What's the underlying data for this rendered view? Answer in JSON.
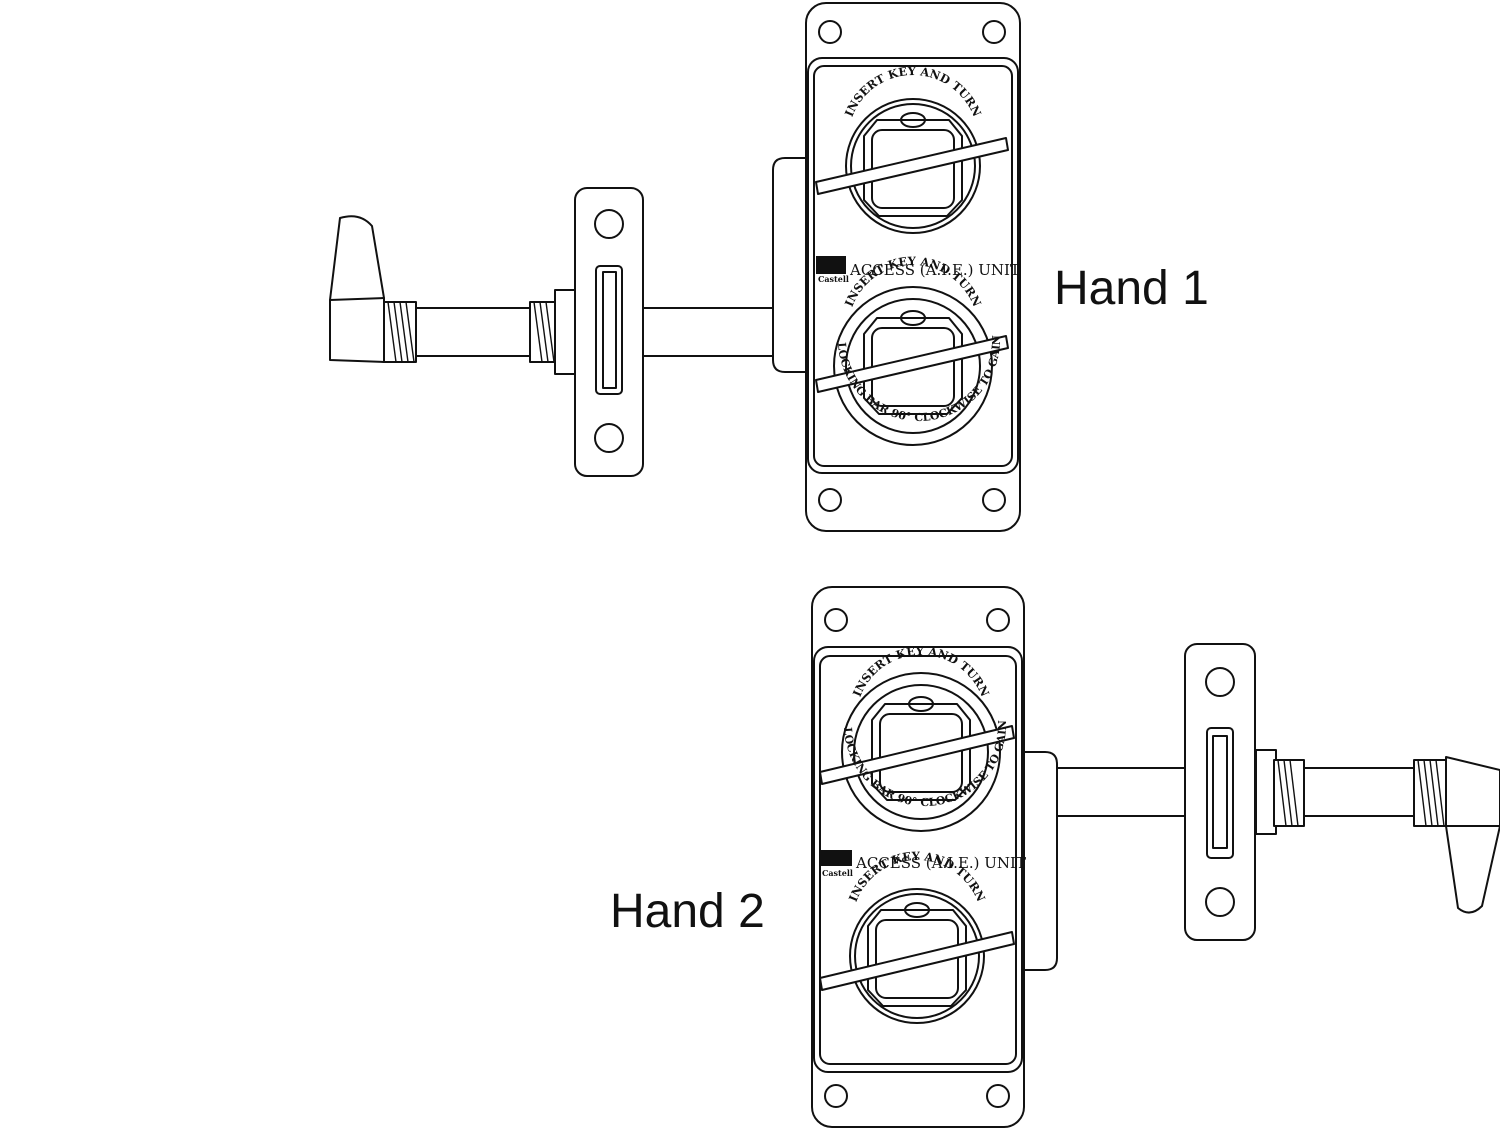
{
  "labels": {
    "hand1": "Hand 1",
    "hand2": "Hand 2"
  },
  "unit": {
    "title": "ACCESS (A.I.E.) UNIT",
    "brand": "Castell",
    "key_text": "INSERT KEY AND TURN",
    "ring_text": "ROTATE LOCKING BAR 90° CLOCKWISE TO GAIN ENTRY"
  },
  "colors": {
    "line": "#111111",
    "background": "#ffffff"
  }
}
